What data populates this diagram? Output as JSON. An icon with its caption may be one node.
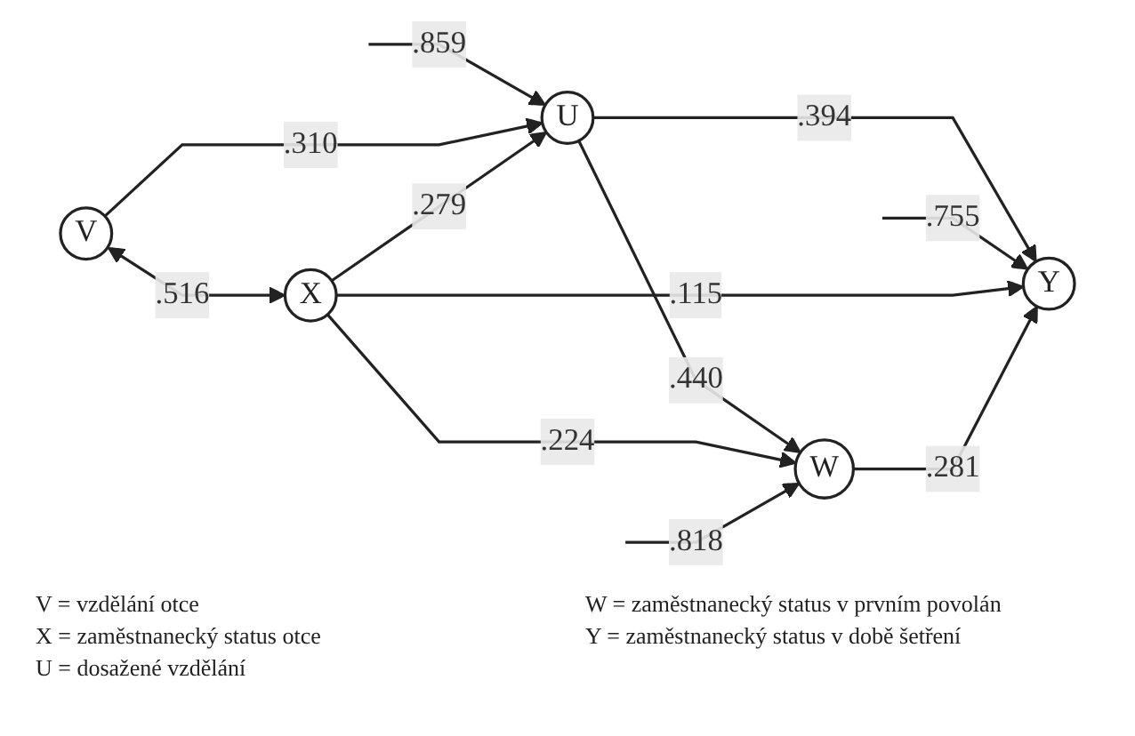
{
  "diagram": {
    "nodes": [
      {
        "text": [
          "V"
        ]
      },
      {
        "text": [
          "U"
        ]
      },
      {
        "text": [
          "Y"
        ]
      },
      {
        "text": [
          "X"
        ]
      },
      {
        "text": [
          "W"
        ]
      }
    ],
    "edges": [
      {
        "from": null,
        "to": 1,
        "arrow": "to",
        "label": ".859"
      },
      {
        "from": 0,
        "to": 1,
        "arrow": "to",
        "label": ".310"
      },
      {
        "from": 0,
        "to": 3,
        "arrow": "both",
        "label": ".516"
      },
      {
        "from": 1,
        "to": 2,
        "arrow": "to",
        "label": ".394"
      },
      {
        "from": null,
        "to": 2,
        "arrow": "to",
        "label": ".755"
      },
      {
        "from": 1,
        "to": 4,
        "arrow": "to",
        "label": ".440"
      },
      {
        "from": 3,
        "to": 1,
        "arrow": "to",
        "label": ".279"
      },
      {
        "from": 3,
        "to": 2,
        "arrow": "to",
        "label": ".115"
      },
      {
        "from": 4,
        "to": 2,
        "arrow": "to",
        "label": ".281"
      },
      {
        "from": 3,
        "to": 4,
        "arrow": "to",
        "label": ".224"
      },
      {
        "from": null,
        "to": 4,
        "arrow": "to",
        "label": ".818"
      }
    ],
    "labels": [
      "V = vzdělání otce",
      "W = zaměstnanecký status v prvním povolán",
      "X = zaměstnanecký status otce",
      "Y = zaměstnanecký status v době šetření",
      "U = dosažené vzdělání"
    ]
  }
}
